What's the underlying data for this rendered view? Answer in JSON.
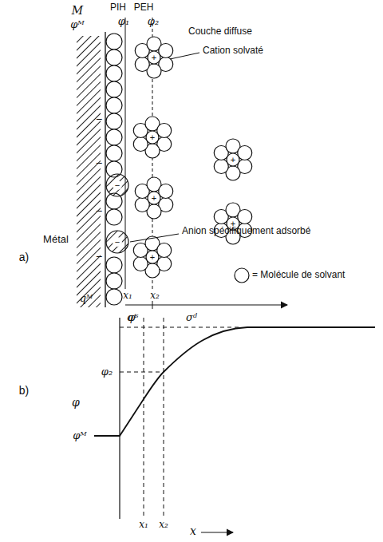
{
  "diagram": {
    "labels": [
      "M",
      "φᴹ",
      "PIH",
      "PEH",
      "φ₁",
      "φ₂",
      "Couche diffuse",
      "Cation solvaté",
      "Métal",
      "a)",
      "Anion spécifiquement adsorbé",
      "qᴹ",
      "x₁",
      "x₂",
      "σⁱ",
      "σᵈ",
      "−",
      "−",
      "−",
      "−",
      "+",
      "+",
      "+",
      "+",
      "+",
      "+",
      "−",
      "−",
      "b)",
      "φˢ",
      "φ₂",
      "φ",
      "φᴹ",
      "x₁",
      "x₂",
      "x"
    ],
    "legend": [
      {
        "text": "= Molécule de solvant"
      }
    ]
  }
}
